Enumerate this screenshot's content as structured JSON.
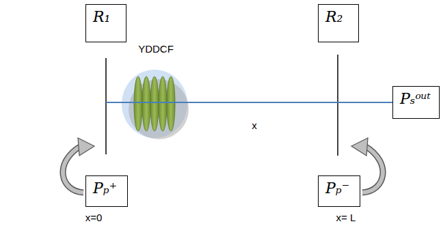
{
  "diagram": {
    "nodes": [
      {
        "text": [
          "R₁"
        ]
      },
      {
        "text": [
          "R₂"
        ]
      },
      {
        "text": [
          "Pₚ⁺"
        ]
      },
      {
        "text": [
          "Pₚ⁻"
        ]
      },
      {
        "text": [
          "Pₛᵒᵘᵗ"
        ]
      }
    ],
    "labels": [
      "YDDCF",
      "x",
      "x=0",
      "x= L"
    ]
  }
}
